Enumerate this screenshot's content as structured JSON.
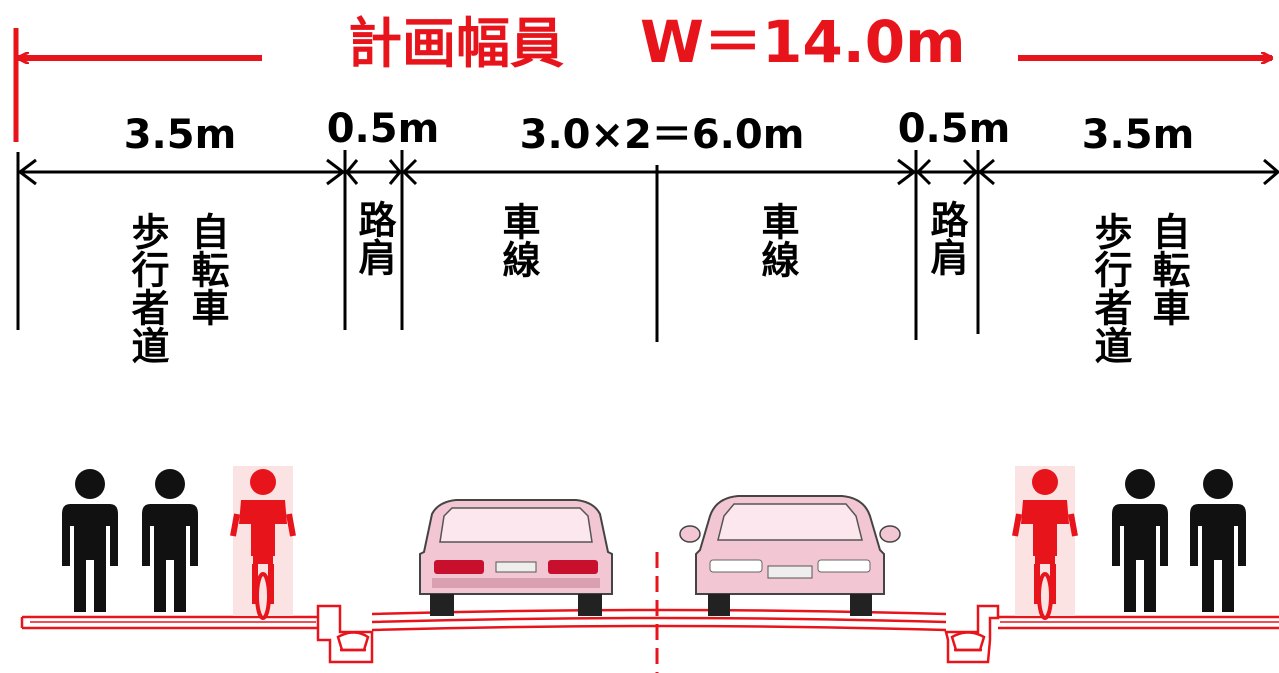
{
  "title": {
    "text": "計画幅員",
    "width_formula": "W＝14.0m",
    "color": "#e8141c"
  },
  "dimensions": {
    "left_walkway": "3.5m",
    "left_shoulder": "0.5m",
    "lanes": "3.0×2＝6.0m",
    "right_shoulder": "0.5m",
    "right_walkway": "3.5m"
  },
  "zones": {
    "left_walkway": {
      "col1": "歩行者道",
      "col2": "自転車"
    },
    "left_shoulder": "路肩",
    "lane_left": "車線",
    "lane_right": "車線",
    "right_shoulder": "路肩",
    "right_walkway": {
      "col1": "歩行者道",
      "col2": "自転車"
    }
  },
  "figures": {
    "pedestrian_icon": "pedestrian-icon",
    "cyclist_icon": "cyclist-icon",
    "car_icon": "car-icon",
    "pedestrian_color": "#111111",
    "cyclist_color": "#e8141c",
    "car_color": "#f3c6d3",
    "road_color": "#e8141c"
  }
}
